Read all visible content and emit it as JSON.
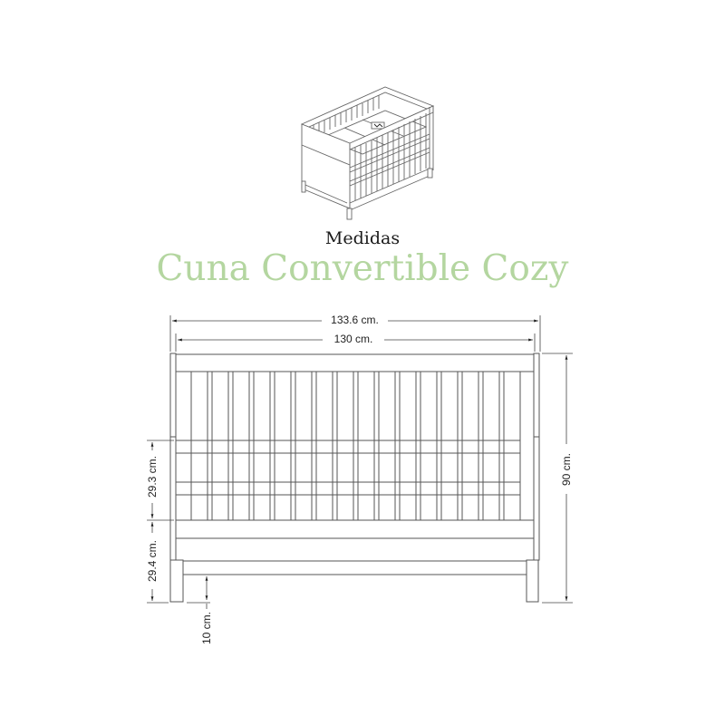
{
  "header": {
    "subtitle": "Medidas",
    "title": "Cuna Convertible Cozy",
    "title_color": "#b4d6a0"
  },
  "illustration": {
    "name": "crib-isometric-view",
    "line_color": "#555555"
  },
  "drawing": {
    "slat_count": 16,
    "line_color": "#555555",
    "dimensions": {
      "overall_width": "133.6 cm.",
      "inner_width": "130 cm.",
      "height": "90 cm.",
      "upper_side": "29.3 cm.",
      "lower_side": "29.4 cm.",
      "leg_clearance": "10 cm."
    }
  }
}
